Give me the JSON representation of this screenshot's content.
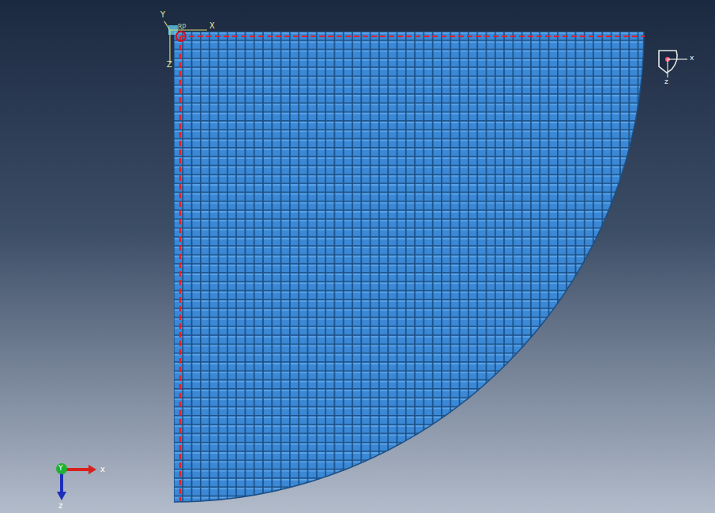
{
  "diagram": {
    "labels": [
      "Y",
      "X",
      "RP",
      "Z",
      "x",
      "z",
      "Y",
      "x",
      "z"
    ]
  }
}
